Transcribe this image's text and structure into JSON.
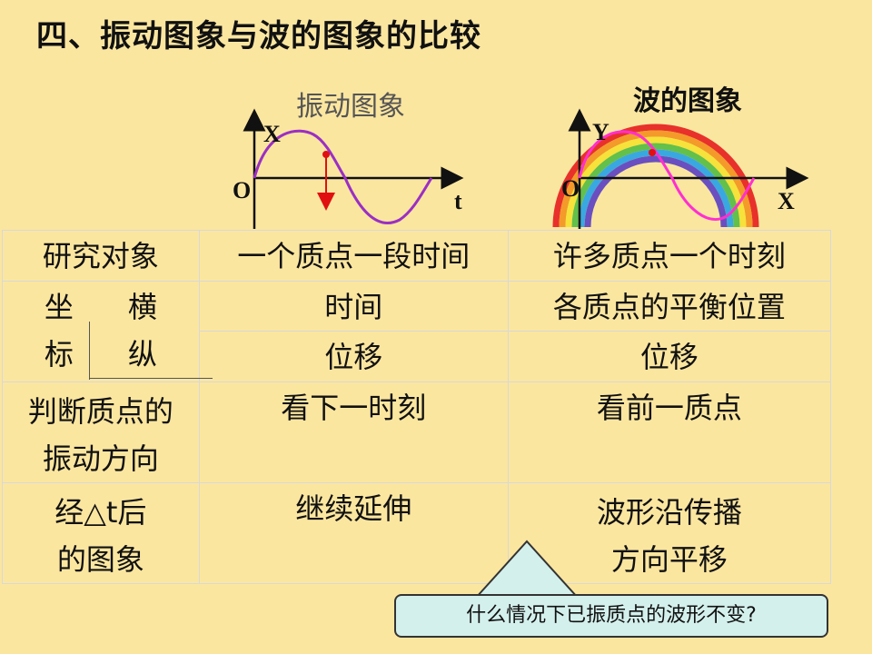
{
  "title": "四、振动图象与波的图象的比较",
  "vibration_graph": {
    "label": "振动图象",
    "axis_y": "X",
    "axis_x": "t",
    "origin": "O"
  },
  "wave_graph": {
    "label": "波的图象",
    "axis_y": "Y",
    "axis_x": "X",
    "origin": "O"
  },
  "table": {
    "rows": [
      {
        "c1": "研究对象",
        "c2": "一个质点一段时间",
        "c3": "许多质点一个时刻"
      },
      {
        "c1a": "坐",
        "c1b": "横",
        "c2": "时间",
        "c3": "各质点的平衡位置"
      },
      {
        "c1a": "标",
        "c1b": "纵",
        "c2": "位移",
        "c3": "位移"
      },
      {
        "c1_line1": "判断质点的",
        "c1_line2": "振动方向",
        "c2": "看下一时刻",
        "c3": "看前一质点"
      },
      {
        "c1_line1": "经△t后",
        "c1_line2": "的图象",
        "c2": "继续延伸",
        "c3_line1": "波形沿传播",
        "c3_line2": "方向平移"
      }
    ]
  },
  "callout": "什么情况下已振质点的波形不变?",
  "colors": {
    "background": "#fbe6a0",
    "vibration_curve": "#9b2fc4",
    "wave_curve": "#ff2fd0",
    "arrow": "#e01010",
    "bubble_fill": "#d4f0ec"
  }
}
